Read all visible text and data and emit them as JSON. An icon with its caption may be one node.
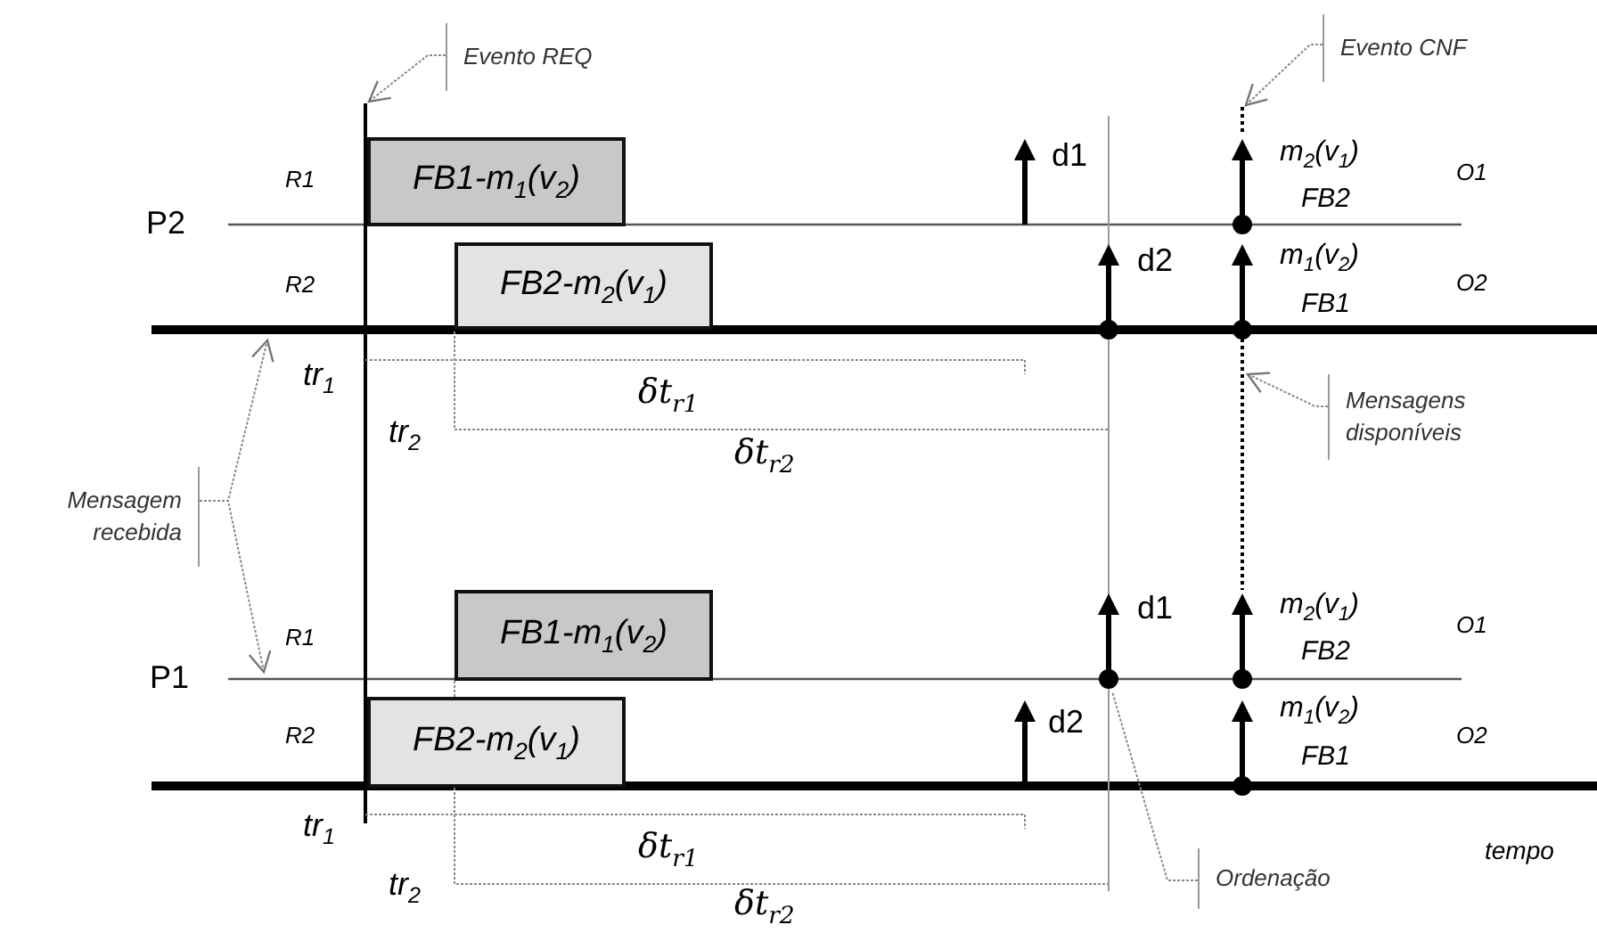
{
  "diagram": {
    "nodes": [
      {
        "text": [
          "Evento REQ"
        ]
      },
      {
        "text": [
          "Evento CNF"
        ]
      },
      {
        "text": [
          "FB1-m$_{1}$(v$_{2}$)"
        ]
      },
      {
        "text": [
          "FB2-m$_{2}$(v$_{1}$)"
        ]
      },
      {
        "text": [
          "Mensagens disponíveis"
        ]
      },
      {
        "text": [
          "Mensagem recebida"
        ]
      },
      {
        "text": [
          "FB1-m$_{1}$(v$_{2}$)"
        ]
      },
      {
        "text": [
          "FB2-m$_{2}$(v$_{1}$)"
        ]
      },
      {
        "text": [
          "Ordenação"
        ]
      },
      {
        "text": [],
        "shape": "line"
      },
      {
        "text": [],
        "shape": "line"
      },
      {
        "text": [],
        "shape": "line"
      }
    ],
    "edges": [
      {
        "from": 0,
        "to": 9,
        "arrow": "to"
      },
      {
        "from": 1,
        "to": 10,
        "arrow": "to"
      },
      {
        "from": 4,
        "to": 11,
        "arrow": "to"
      },
      {
        "from": 5,
        "to": null,
        "arrow": "to"
      },
      {
        "from": 5,
        "to": null,
        "arrow": "to"
      },
      {
        "from": 8,
        "to": null,
        "arrow": "none"
      }
    ],
    "labels": [
      "R1",
      "P2",
      "d1",
      "m$_{2}$(v$_{1}$)",
      "FB2",
      "O1",
      "R2",
      "d2",
      "m$_{1}$(v$_{2}$)",
      "FB1",
      "O2",
      "tr$_{1}$",
      "δt$_{r1}$",
      "tr$_{2}$",
      "δt$_{r2}$",
      "R1",
      "d1",
      "m$_{2}$(v$_{1}$)",
      "FB2",
      "O1",
      "P1",
      "R2",
      "d2",
      "m$_{1}$(v$_{2}$)",
      "FB1",
      "O2",
      "tr$_{1}$",
      "tempo",
      "δt$_{r1}$",
      "tr$_{2}$",
      "δt$_{r2}$"
    ]
  }
}
